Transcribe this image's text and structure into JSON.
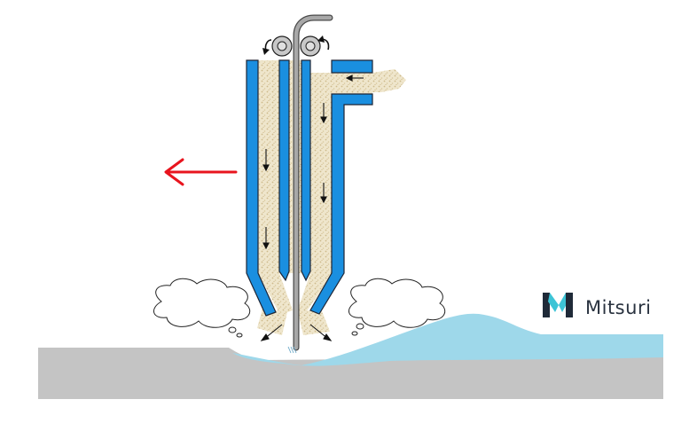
{
  "diagram": {
    "type": "submerged arc welding torch cross-section",
    "travel_direction": "left",
    "colors": {
      "nozzle_wall": "#1a8fe0",
      "flux": "#e4d6b0",
      "weld_pool": "#9ed8ea",
      "base_metal": "#c4c4c4",
      "wire": "#9a9a9a",
      "travel_arrow": "#e8141e"
    },
    "icons": [
      "feed-roller-icon",
      "rotation-arrow-icon",
      "flow-arrow-icon",
      "gas-cloud-icon",
      "travel-arrow-icon"
    ]
  },
  "logo": {
    "text": "Mitsuri",
    "icon": "mitsuri-m-icon",
    "colors": {
      "dark": "#1f2a38",
      "accent": "#3dc4d6"
    }
  }
}
